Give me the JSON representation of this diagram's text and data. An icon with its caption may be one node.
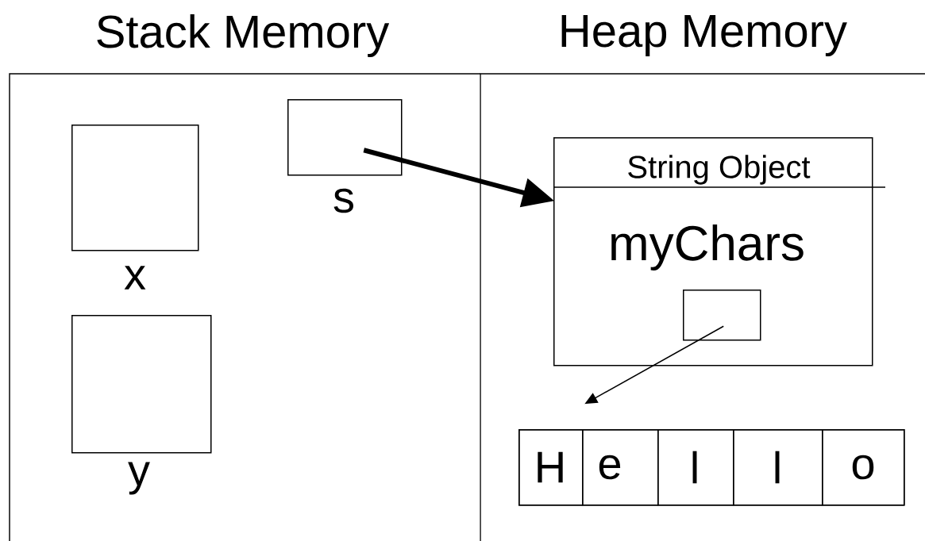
{
  "diagram": {
    "nodes": [
      {
        "text": [
          "Stack Memory"
        ]
      },
      {
        "text": [],
        "shape": "box",
        "in": 0,
        "beside": [
          "x"
        ]
      },
      {
        "text": [],
        "shape": "box",
        "in": 0,
        "beside": [
          "s"
        ]
      },
      {
        "text": [],
        "shape": "box",
        "in": 0,
        "beside": [
          "y"
        ]
      },
      {
        "text": [
          "Heap Memory"
        ]
      },
      {
        "text": [
          "String Object",
          "myChars"
        ],
        "in": 4
      },
      {
        "text": [],
        "shape": "box",
        "in": 5
      },
      {
        "text": [],
        "shape": "box",
        "in": 4
      },
      {
        "text": [
          "H"
        ],
        "in": 7
      },
      {
        "text": [
          "e"
        ],
        "in": 7
      },
      {
        "text": [
          "l"
        ],
        "in": 7
      },
      {
        "text": [
          "l"
        ],
        "in": 7
      },
      {
        "text": [
          "o"
        ],
        "in": 7
      }
    ],
    "edges": [
      {
        "from": 2,
        "to": 5,
        "arrow": "to",
        "style": "thick"
      },
      {
        "from": 6,
        "to": 7,
        "arrow": "to"
      }
    ]
  }
}
